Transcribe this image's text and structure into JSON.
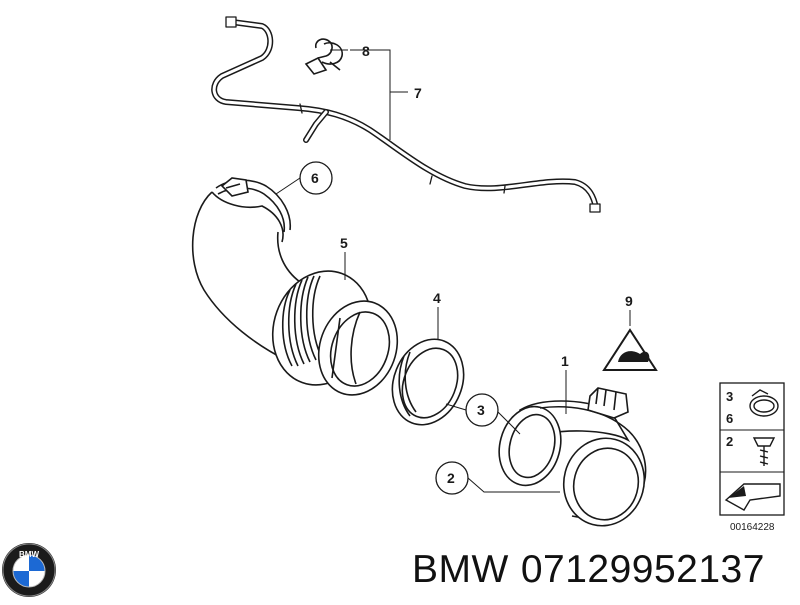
{
  "callouts": {
    "part_1": "1",
    "part_2": "2",
    "part_3": "3",
    "part_4": "4",
    "part_5": "5",
    "part_6": "6",
    "part_7": "7",
    "part_8": "8",
    "part_9": "9"
  },
  "legend": {
    "row_3": "3",
    "row_6": "6",
    "row_2": "2"
  },
  "diagram_number": "00164228",
  "brand_logo_text": "BMW",
  "caption": {
    "brand": "BMW",
    "part_number": "07129952137"
  },
  "colors": {
    "line": "#1a1a1a",
    "logo_blue": "#1c69d4",
    "logo_ring": "#1b1b1b"
  }
}
